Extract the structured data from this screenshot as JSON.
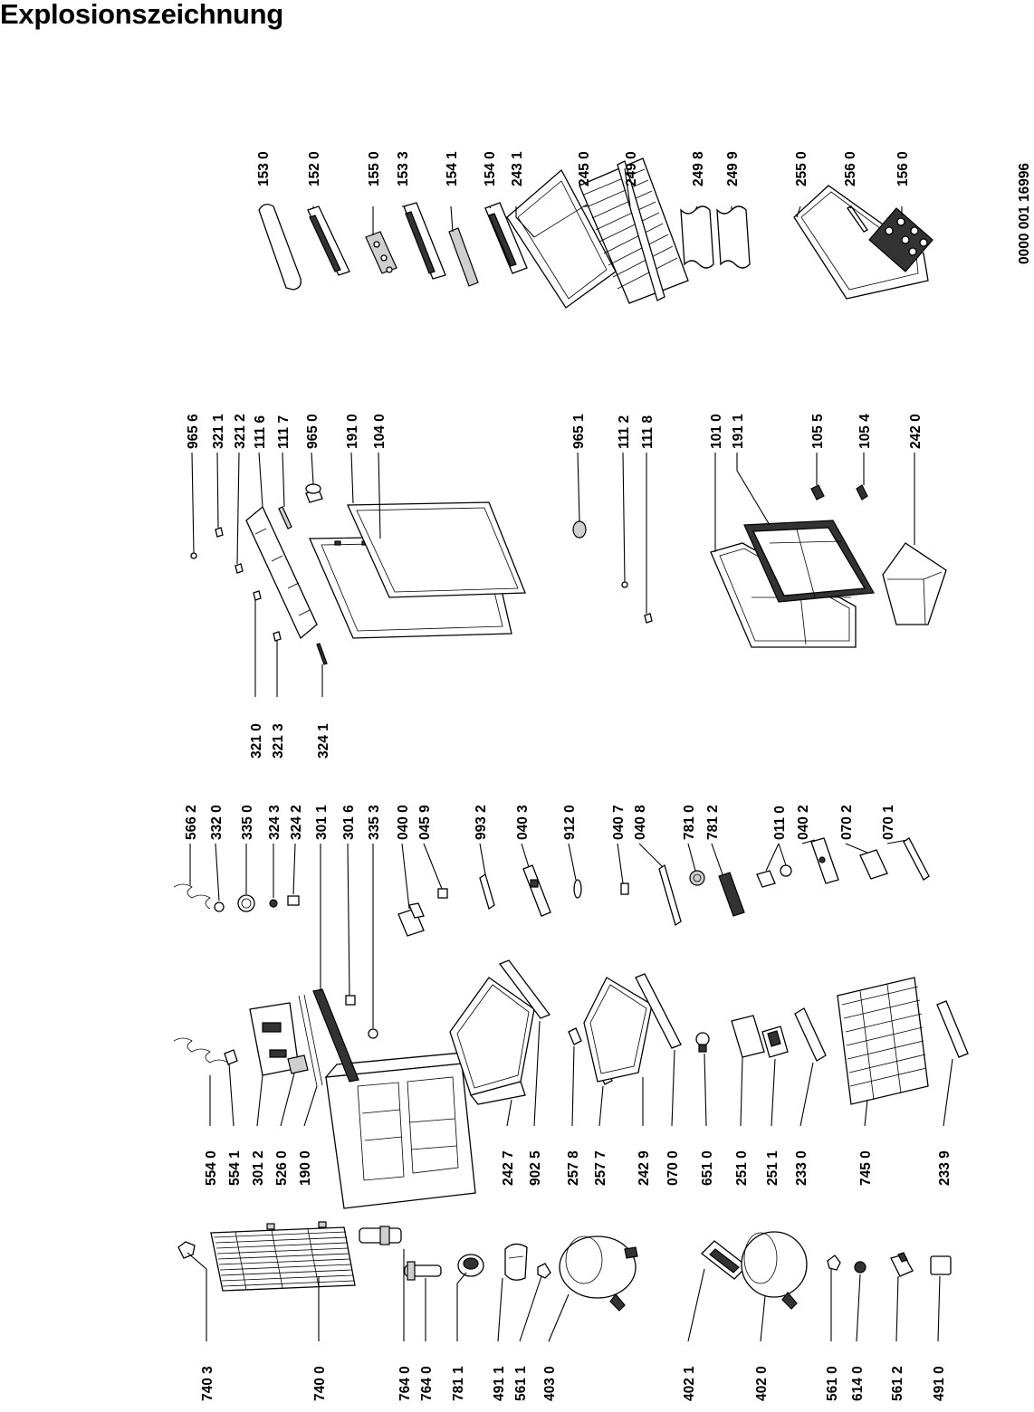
{
  "title": "Explosionszeichnung",
  "document_number": "0000 001 16996",
  "labels": {
    "l7403": "740 3",
    "l7400": "740 0",
    "l7640a": "764 0",
    "l7640b": "764 0",
    "l7811": "781 1",
    "l4911": "491 1",
    "l5611": "561 1",
    "l4030": "403 0",
    "l4021": "402 1",
    "l4020": "402 0",
    "l5610": "561 0",
    "l6140": "614 0",
    "l5612": "561 2",
    "l4910": "491 0",
    "l5540": "554 0",
    "l5541": "554 1",
    "l3012": "301 2",
    "l5260": "526 0",
    "l1900": "190 0",
    "l2427": "242 7",
    "l9025": "902 5",
    "l2578": "257 8",
    "l2577": "257 7",
    "l2429": "242 9",
    "l0700": "070 0",
    "l6510": "651 0",
    "l2510": "251 0",
    "l2511": "251 1",
    "l2330": "233 0",
    "l7450": "745 0",
    "l2339": "233 9",
    "l5662": "566 2",
    "l3320": "332 0",
    "l3350": "335 0",
    "l3243": "324 3",
    "l3242": "324 2",
    "l3011": "301 1",
    "l3016": "301 6",
    "l3353": "335 3",
    "l0400": "040 0",
    "l0459": "045 9",
    "l9932": "993 2",
    "l0403": "040 3",
    "l9120": "912 0",
    "l0407": "040 7",
    "l0408": "040 8",
    "l7810": "781 0",
    "l7812": "781 2",
    "l0110": "011 0",
    "l0402": "040 2",
    "l0702": "070 2",
    "l0701": "070 1",
    "l3210": "321 0",
    "l3213": "321 3",
    "l3241": "324 1",
    "l9656": "965 6",
    "l3211": "321 1",
    "l3212": "321 2",
    "l1116": "111 6",
    "l1117": "111 7",
    "l9650": "965 0",
    "l1910": "191 0",
    "l1040": "104 0",
    "l9651": "965 1",
    "l1112": "111 2",
    "l1118": "111 8",
    "l1010": "101 0",
    "l1911": "191 1",
    "l1055": "105 5",
    "l1054": "105 4",
    "l2420": "242 0",
    "l1530": "153 0",
    "l1520": "152 0",
    "l1550": "155 0",
    "l1533": "153 3",
    "l1541": "154 1",
    "l1540": "154 0",
    "l2431": "243 1",
    "l2450": "245 0",
    "l2490": "249 0",
    "l2498": "249 8",
    "l2499": "249 9",
    "l2550": "255 0",
    "l2560": "256 0",
    "l1560": "156 0"
  }
}
